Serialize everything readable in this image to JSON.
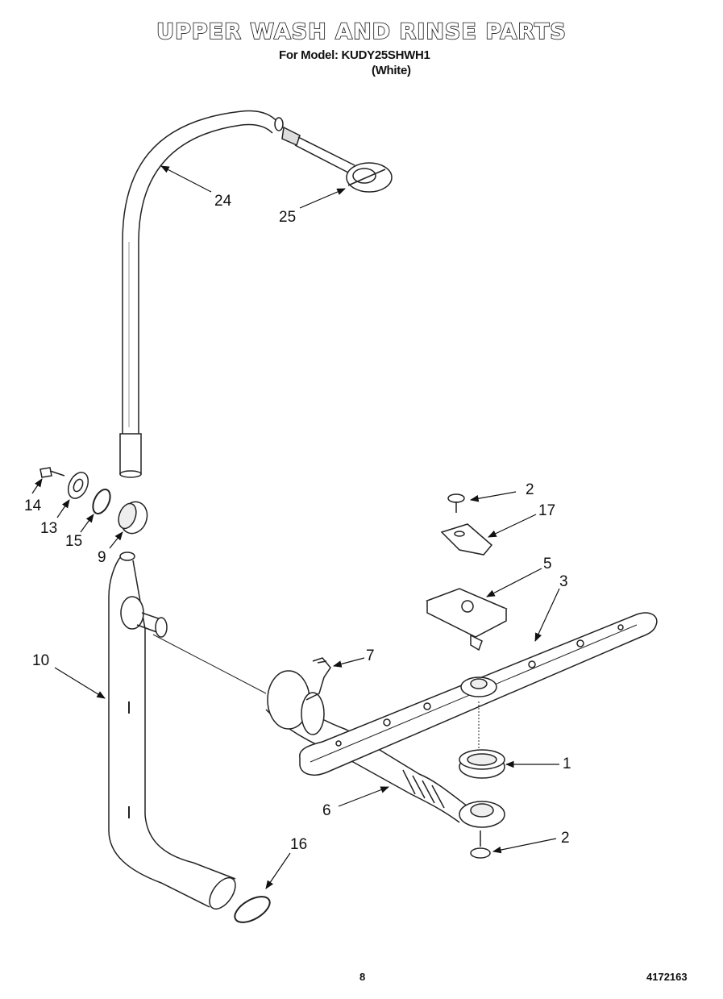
{
  "header": {
    "title": "UPPER WASH AND RINSE PARTS",
    "model_line": "For Model: KUDY25SHWH1",
    "color_line": "(White)"
  },
  "callouts": [
    {
      "id": "c24",
      "label": "24"
    },
    {
      "id": "c25",
      "label": "25"
    },
    {
      "id": "c14",
      "label": "14"
    },
    {
      "id": "c13",
      "label": "13"
    },
    {
      "id": "c15",
      "label": "15"
    },
    {
      "id": "c9",
      "label": "9"
    },
    {
      "id": "c2a",
      "label": "2"
    },
    {
      "id": "c17",
      "label": "17"
    },
    {
      "id": "c5",
      "label": "5"
    },
    {
      "id": "c3",
      "label": "3"
    },
    {
      "id": "c10",
      "label": "10"
    },
    {
      "id": "c7",
      "label": "7"
    },
    {
      "id": "c1",
      "label": "1"
    },
    {
      "id": "c6",
      "label": "6"
    },
    {
      "id": "c2b",
      "label": "2"
    },
    {
      "id": "c16",
      "label": "16"
    }
  ],
  "footer": {
    "page_number": "8",
    "part_number": "4172163"
  }
}
